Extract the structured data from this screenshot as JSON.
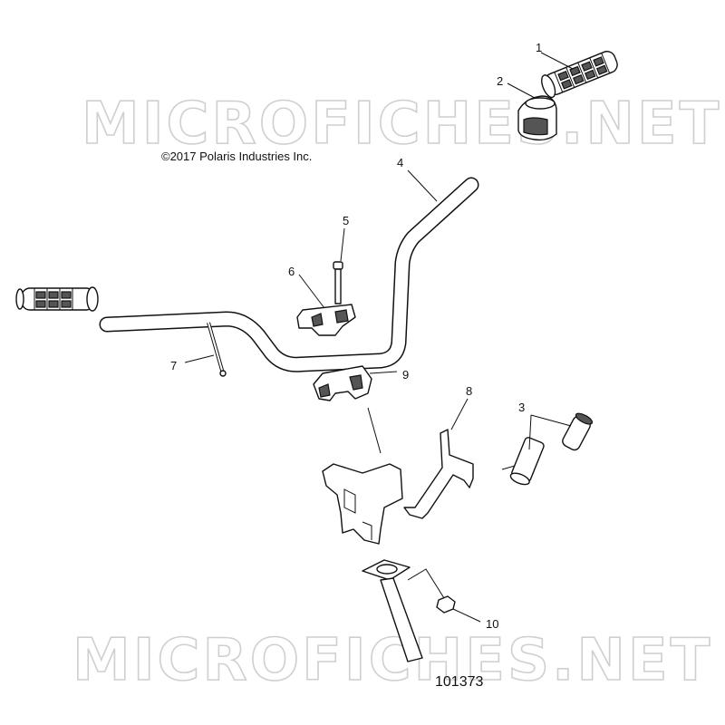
{
  "watermark": "MICROFICHES.NET",
  "copyright": "©2017 Polaris Industries Inc.",
  "reference_number": "101373",
  "callouts": [
    "1",
    "2",
    "3",
    "4",
    "5",
    "6",
    "7",
    "8",
    "9",
    "10"
  ],
  "colors": {
    "ink": "#111111",
    "watermark": "#cfcfcf",
    "background": "#ffffff"
  }
}
